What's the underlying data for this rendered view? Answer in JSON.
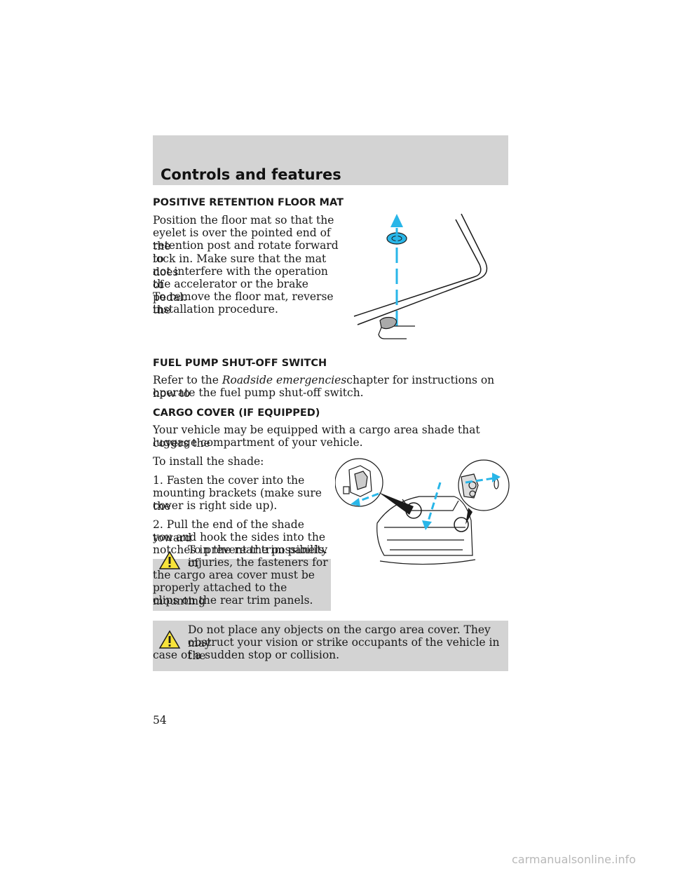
{
  "header": {
    "title": "Controls and features"
  },
  "section1": {
    "heading": "POSITIVE RETENTION FLOOR MAT",
    "lines": [
      "Position the floor mat so that the",
      "eyelet is over the pointed end of the",
      "retention post and rotate forward to",
      "lock in. Make sure that the mat does",
      "not interfere with the operation of",
      "the accelerator or the brake pedal.",
      "To remove the floor mat, reverse the",
      "installation procedure."
    ]
  },
  "section2": {
    "heading": "FUEL PUMP SHUT-OFF SWITCH",
    "line1_prefix": "Refer to the ",
    "line1_italic": "Roadside emergencies",
    "line1_suffix": "chapter for instructions on how to",
    "line2": "operate the fuel pump shut-off switch."
  },
  "section3": {
    "heading": "CARGO COVER (IF EQUIPPED)",
    "intro_line1": "Your vehicle may be equipped with a cargo area shade that covers the",
    "intro_line2": "luggage compartment of your vehicle.",
    "install": "To install the shade:",
    "step1": [
      "1. Fasten the cover into the",
      "mounting brackets (make sure the",
      "cover is right side up)."
    ],
    "step2": [
      "2. Pull the end of the shade toward",
      "you and hook the sides into the",
      "notches in the rear trim panels."
    ]
  },
  "warning1": {
    "lines": [
      "To prevent the possibility of",
      "injuries, the fasteners for",
      "the cargo area cover must be",
      "properly attached to the mounting",
      "clips on the rear trim panels."
    ]
  },
  "warning2": {
    "lines": [
      "Do not place any objects on the cargo area cover. They may",
      "obstruct your vision or strike occupants of the vehicle in the",
      "case of a sudden stop or collision."
    ]
  },
  "page_number": "54",
  "watermark": "carmanualsonline.info",
  "colors": {
    "accent": "#29b6e8",
    "box": "#d3d3d3"
  }
}
